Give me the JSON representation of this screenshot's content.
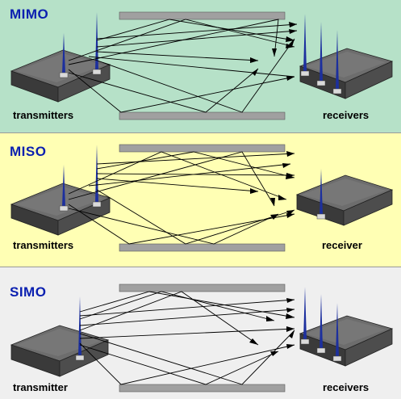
{
  "colors": {
    "mimo_bg": "#b6e1c8",
    "miso_bg": "#ffffb4",
    "simo_bg": "#efefef",
    "title": "#0a1fb0",
    "reflector": "#a0a0a0",
    "antenna": "#1c2f9e"
  },
  "panels": {
    "mimo": {
      "title": "MIMO",
      "tx_label": "transmitters",
      "rx_label": "receivers"
    },
    "miso": {
      "title": "MISO",
      "tx_label": "transmitters",
      "rx_label": "receiver"
    },
    "simo": {
      "title": "SIMO",
      "tx_label": "transmitter",
      "rx_label": "receivers"
    }
  }
}
